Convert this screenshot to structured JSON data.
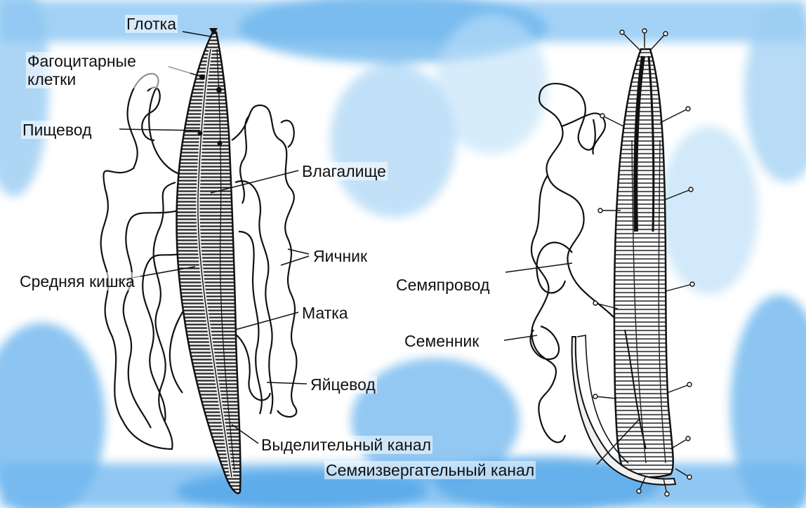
{
  "colors": {
    "background_wash": "#6fb6ee",
    "background_light": "#d8ecfb",
    "ink": "#111111",
    "body_fill": "#3a3a3a"
  },
  "female": {
    "label_glotka": "Глотка",
    "label_fagocitarnye": "Фагоцитарные клетки",
    "label_pischevod": "Пищевод",
    "label_vlagalische": "Влагалище",
    "label_yaichnik": "Яичник",
    "label_srednyaya_kishka": "Средняя кишка",
    "label_matka": "Матка",
    "label_yaitsevod": "Яйцевод",
    "label_vydelitelny_kanal": "Выделительный канал"
  },
  "male": {
    "label_semyaprovod": "Семяпровод",
    "label_semennik": "Семенник",
    "label_semyaizvergatelny_kanal": "Семяизвергательный канал"
  }
}
